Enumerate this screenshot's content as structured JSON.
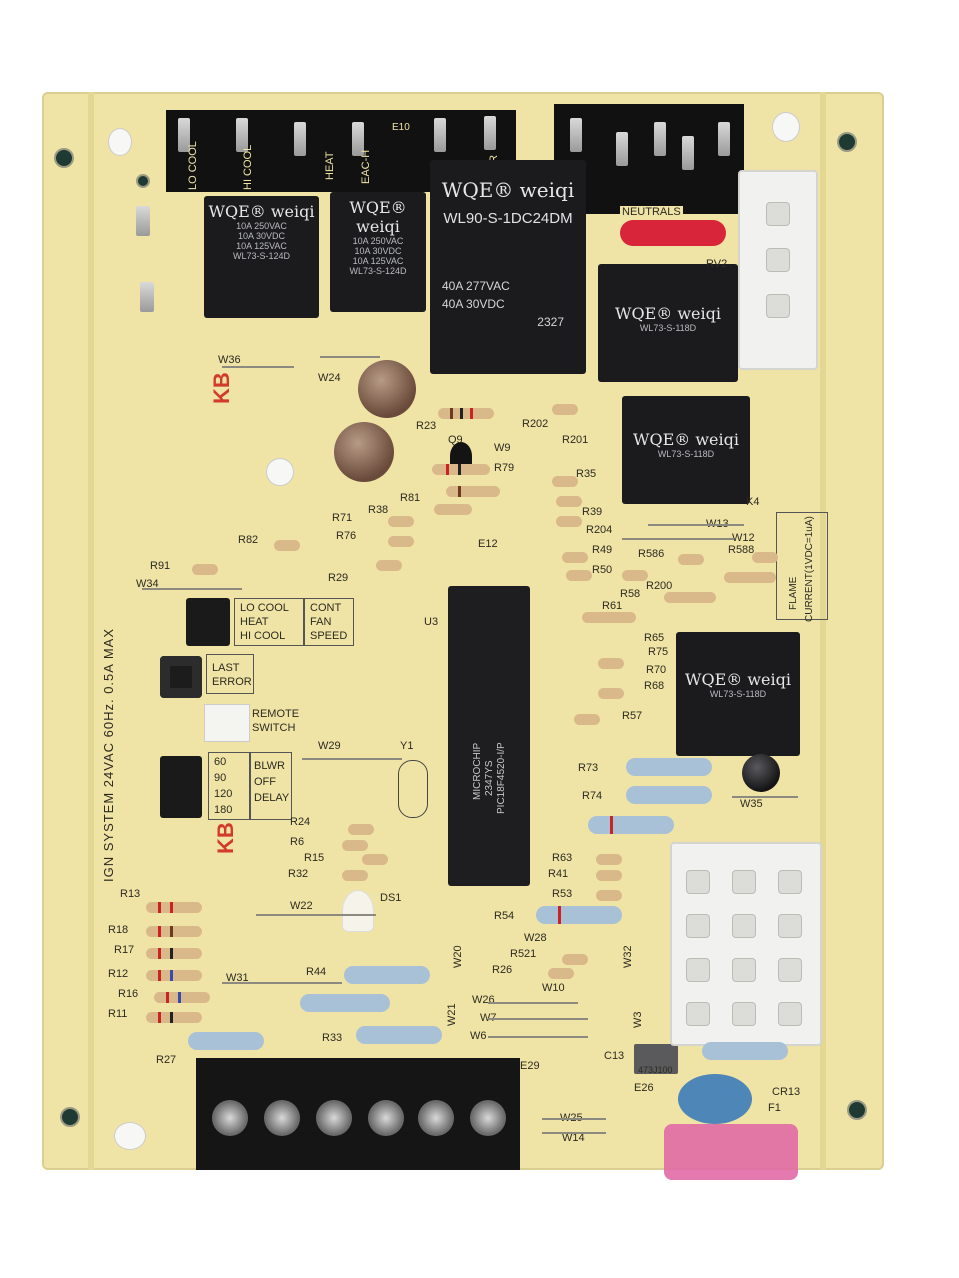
{
  "terminals": {
    "lo_cool": "LO COOL",
    "hi_cool": "HI COOL",
    "heat": "HEAT",
    "eac_h": "EAC-H",
    "e10": "E10",
    "hmr": "HMR",
    "neutrals": "NEUTRALS"
  },
  "relays": {
    "r1": {
      "brand": "WQE® weiqi",
      "lines": [
        "10A 250VAC",
        "10A 30VDC",
        "10A 125VAC",
        "WL73-S-124D"
      ]
    },
    "r2": {
      "brand": "WQE® weiqi",
      "lines": [
        "10A 250VAC",
        "10A 30VDC",
        "10A 125VAC",
        "WL73-S-124D"
      ]
    },
    "main": {
      "brand": "WQE® weiqi",
      "model": "WL90-S-1DC24DM",
      "line1": "40A 277VAC",
      "line2": "40A 30VDC",
      "code": "2327"
    },
    "r4": {
      "brand": "WQE® weiqi",
      "model": "WL73-S-118D"
    },
    "r5": {
      "brand": "WQE® weiqi",
      "model": "WL73-S-118D"
    },
    "r6": {
      "brand": "WQE® weiqi",
      "model": "WL73-S-118D"
    }
  },
  "silkscreen": {
    "kb1": "KB",
    "kb2": "KB",
    "w36": "W36",
    "w24": "W24",
    "r23": "R23",
    "q9": "Q9",
    "w9": "W9",
    "r202": "R202",
    "r201": "R201",
    "r79": "R79",
    "r81": "R81",
    "r38": "R38",
    "r71": "R71",
    "r76": "R76",
    "r35": "R35",
    "r39": "R39",
    "r204": "R204",
    "r49": "R49",
    "r50": "R50",
    "w13": "W13",
    "w12": "W12",
    "r586": "R586",
    "r588": "R588",
    "r200": "R200",
    "r58": "R58",
    "r82": "R82",
    "r91": "R91",
    "w34": "W34",
    "r29": "R29",
    "e12": "E12",
    "u3": "U3",
    "r61": "R61",
    "r65": "R65",
    "r75": "R75",
    "r70": "R70",
    "r68": "R68",
    "r57": "R57",
    "k4": "K4",
    "rv2": "RV2",
    "flame": "FLAME",
    "flame_current": "CURRENT(1VDC=1uA)",
    "side_text": "IGN SYSTEM  24VAC  60Hz.  0.5A  MAX",
    "lo_cool_j": "LO COOL",
    "heat_j": "HEAT",
    "hi_cool_j": "HI COOL",
    "cont": "CONT",
    "fan": "FAN",
    "speed": "SPEED",
    "last": "LAST",
    "error": "ERROR",
    "remote": "REMOTE",
    "switch": "SWITCH",
    "w29": "W29",
    "y1": "Y1",
    "d60": "60",
    "d90": "90",
    "d120": "120",
    "d180": "180",
    "blwr": "BLWR",
    "off": "OFF",
    "delay": "DELAY",
    "r24": "R24",
    "r6": "R6",
    "r15": "R15",
    "r32": "R32",
    "w22": "W22",
    "ds1": "DS1",
    "r13": "R13",
    "r18": "R18",
    "r17": "R17",
    "r12": "R12",
    "r16": "R16",
    "r11": "R11",
    "w31": "W31",
    "r44": "R44",
    "r33": "R33",
    "r27": "R27",
    "e29": "E29",
    "w20": "W20",
    "w21": "W21",
    "r73": "R73",
    "r74": "R74",
    "w35": "W35",
    "r63": "R63",
    "r41": "R41",
    "r53": "R53",
    "r54": "R54",
    "w28": "W28",
    "r521": "R521",
    "r26": "R26",
    "w10": "W10",
    "w26": "W26",
    "w7": "W7",
    "w6": "W6",
    "w32": "W32",
    "w3": "W3",
    "c13": "C13",
    "cap_code": "473J100",
    "e26": "E26",
    "cr13": "CR13",
    "f1": "F1",
    "w25": "W25",
    "w14": "W14",
    "mcu1": "PIC18F4520-I/P",
    "mcu2": "2347YS",
    "mcu3": "MICROCHIP"
  },
  "colors": {
    "board": "#efe4a6",
    "relay": "#1b1b1d",
    "silk": "#2c2a20",
    "kb_red": "#d23a2a",
    "fuse": "#e06aa6",
    "varistor": "#d8253a"
  }
}
